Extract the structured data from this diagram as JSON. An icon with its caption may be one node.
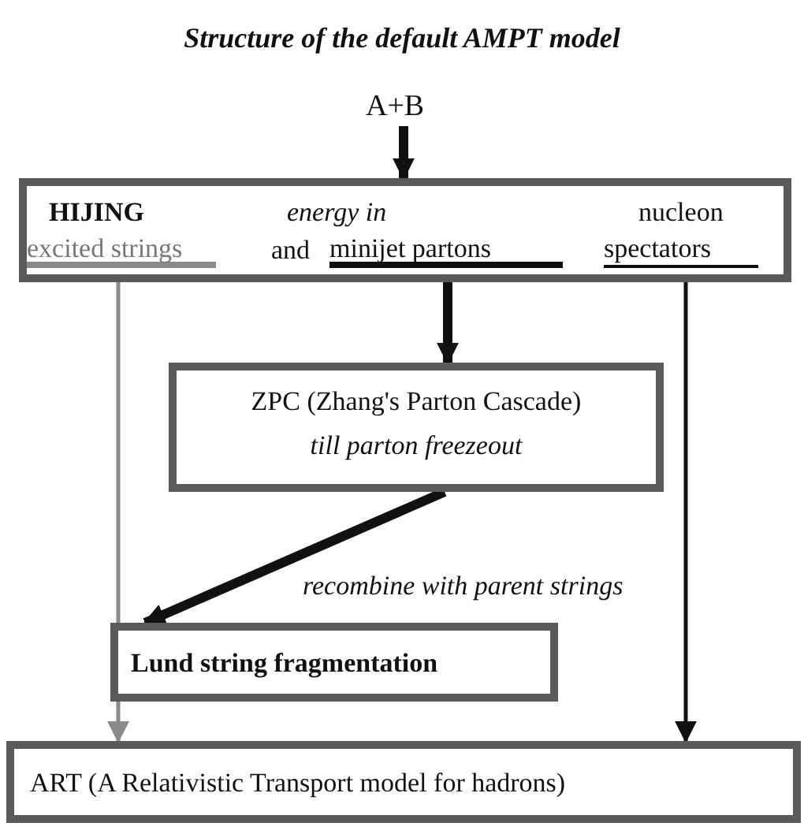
{
  "diagram": {
    "title": "Structure of the default AMPT model",
    "nodes": [
      {
        "text": [
          "A+B"
        ]
      },
      {
        "text": [
          "HIJING",
          "energy in",
          "and",
          "nucleon"
        ]
      },
      {
        "text": [
          "excited strings"
        ],
        "in": 1
      },
      {
        "text": [
          "minijet partons"
        ],
        "in": 1
      },
      {
        "text": [
          "spectators"
        ],
        "in": 1
      },
      {
        "text": [
          "ZPC (Zhang's Parton Cascade)",
          "till parton freezeout"
        ]
      },
      {
        "text": [
          "Lund string fragmentation"
        ]
      },
      {
        "text": [
          "ART (A Relativistic Transport model for hadrons)"
        ]
      }
    ],
    "edges": [
      {
        "from": 0,
        "to": 1,
        "arrow": "to",
        "style": "thick"
      },
      {
        "from": 3,
        "to": 5,
        "arrow": "to",
        "style": "thick"
      },
      {
        "from": 5,
        "to": 6,
        "arrow": "to",
        "style": "thick",
        "label": "recombine with parent strings"
      },
      {
        "from": 2,
        "to": 6,
        "arrow": "none",
        "color": "#8a8a8a"
      },
      {
        "from": 6,
        "to": 7,
        "arrow": "to",
        "color": "#8a8a8a"
      },
      {
        "from": 4,
        "to": 7,
        "arrow": "to"
      }
    ]
  }
}
